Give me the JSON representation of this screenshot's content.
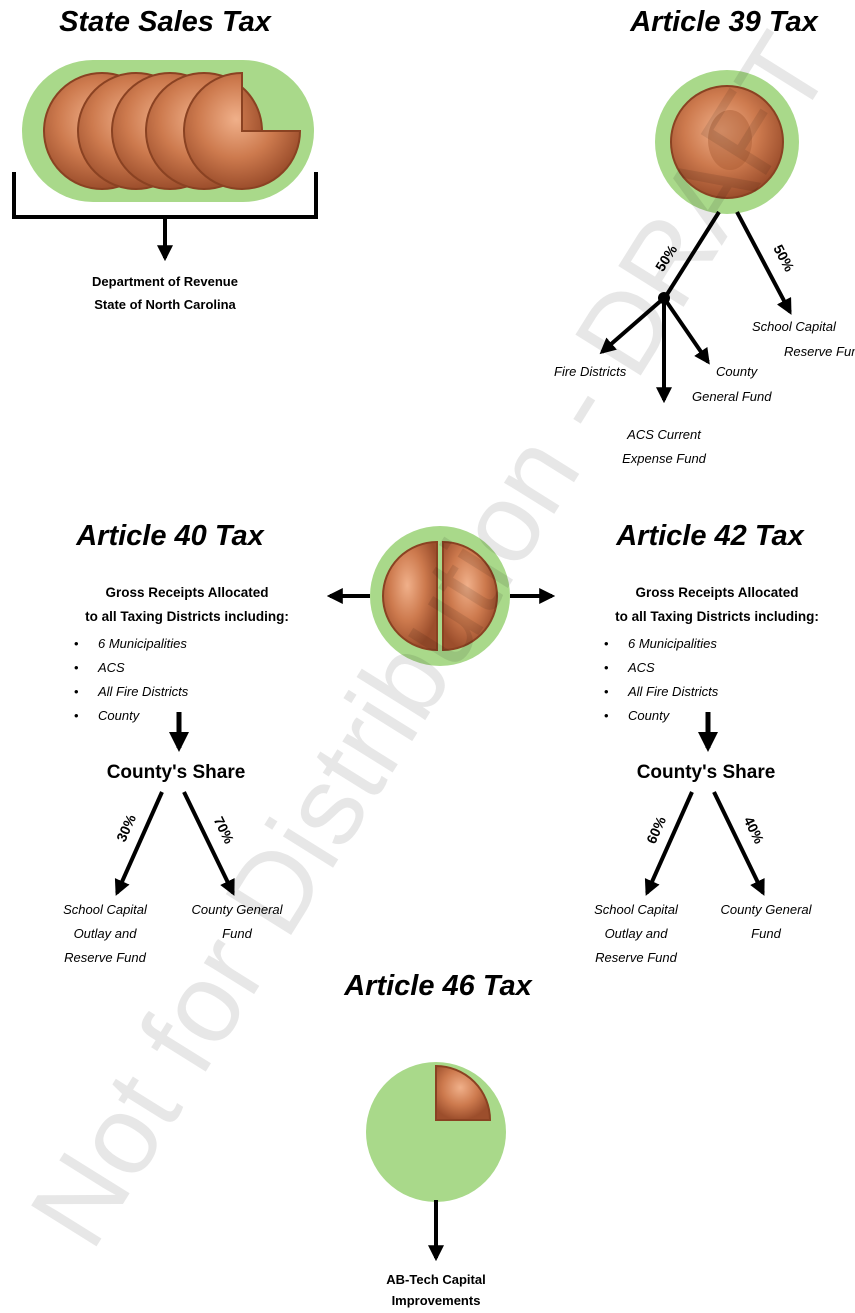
{
  "state_sales": {
    "title": "State Sales Tax",
    "recipient": [
      "Department of Revenue",
      "State of North Carolina"
    ]
  },
  "article39": {
    "title": "Article 39 Tax",
    "split_left_pct": "50%",
    "split_right_pct": "50%",
    "school_fund": [
      "School Capital",
      "Reserve Fund"
    ],
    "fire_districts": "Fire Districts",
    "county_fund": [
      "County",
      "General Fund"
    ],
    "acs_fund": [
      "ACS Current",
      "Expense Fund"
    ]
  },
  "article40": {
    "title": "Article 40 Tax",
    "gross": [
      "Gross Receipts Allocated",
      "to all Taxing Districts including:"
    ],
    "bullets": [
      "6 Municipalities",
      "ACS",
      "All Fire Districts",
      "County"
    ],
    "share": "County's Share",
    "pct_left": "30%",
    "pct_right": "70%",
    "left_fund": [
      "School Capital",
      "Outlay and",
      "Reserve Fund"
    ],
    "right_fund": [
      "County General",
      "Fund"
    ]
  },
  "article42": {
    "title": "Article 42 Tax",
    "gross": [
      "Gross Receipts Allocated",
      "to all Taxing Districts including:"
    ],
    "bullets": [
      "6 Municipalities",
      "ACS",
      "All Fire Districts",
      "County"
    ],
    "share": "County's Share",
    "pct_left": "60%",
    "pct_right": "40%",
    "left_fund": [
      "School Capital",
      "Outlay and",
      "Reserve Fund"
    ],
    "right_fund": [
      "County General",
      "Fund"
    ]
  },
  "article46": {
    "title": "Article 46 Tax",
    "recipient": [
      "AB-Tech Capital",
      "Improvements"
    ]
  },
  "watermark": "Not for Distribution - DRAFT",
  "colors": {
    "coin_bg": "#a9d98a",
    "penny": "#c8744a",
    "arrow": "#000000"
  }
}
